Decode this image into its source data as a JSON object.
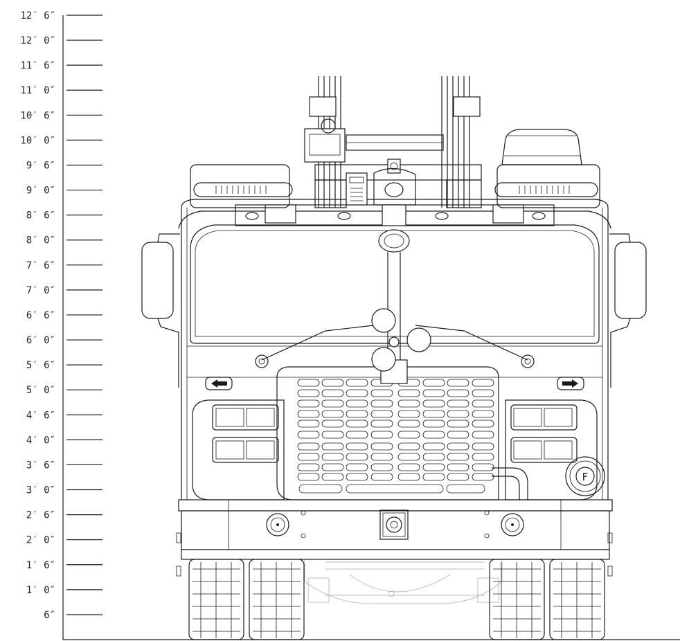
{
  "scale": {
    "ticks": [
      {
        "label": "12′ 6″",
        "inches": 150
      },
      {
        "label": "12′ 0″",
        "inches": 144
      },
      {
        "label": "11′ 6″",
        "inches": 138
      },
      {
        "label": "11′ 0″",
        "inches": 132
      },
      {
        "label": "10′ 6″",
        "inches": 126
      },
      {
        "label": "10′ 0″",
        "inches": 120
      },
      {
        "label": "9′ 6″",
        "inches": 114
      },
      {
        "label": "9′ 0″",
        "inches": 108
      },
      {
        "label": "8′ 6″",
        "inches": 102
      },
      {
        "label": "8′ 0″",
        "inches": 96
      },
      {
        "label": "7′ 6″",
        "inches": 90
      },
      {
        "label": "7′ 0″",
        "inches": 84
      },
      {
        "label": "6′ 6″",
        "inches": 78
      },
      {
        "label": "6′ 0″",
        "inches": 72
      },
      {
        "label": "5′ 6″",
        "inches": 66
      },
      {
        "label": "5′ 0″",
        "inches": 60
      },
      {
        "label": "4′ 6″",
        "inches": 54
      },
      {
        "label": "4′ 0″",
        "inches": 48
      },
      {
        "label": "3′ 6″",
        "inches": 42
      },
      {
        "label": "3′ 0″",
        "inches": 36
      },
      {
        "label": "2′ 6″",
        "inches": 30
      },
      {
        "label": "2′ 0″",
        "inches": 24
      },
      {
        "label": "1′ 6″",
        "inches": 18
      },
      {
        "label": "1′ 0″",
        "inches": 12
      },
      {
        "label": "6″",
        "inches": 6
      }
    ]
  },
  "colors": {
    "line": "#1a1a1a",
    "faint_line": "#b8b8b8",
    "background": "#ffffff"
  },
  "drawing": {
    "subject": "fire-truck-front-elevation",
    "wheel_count": 4
  }
}
